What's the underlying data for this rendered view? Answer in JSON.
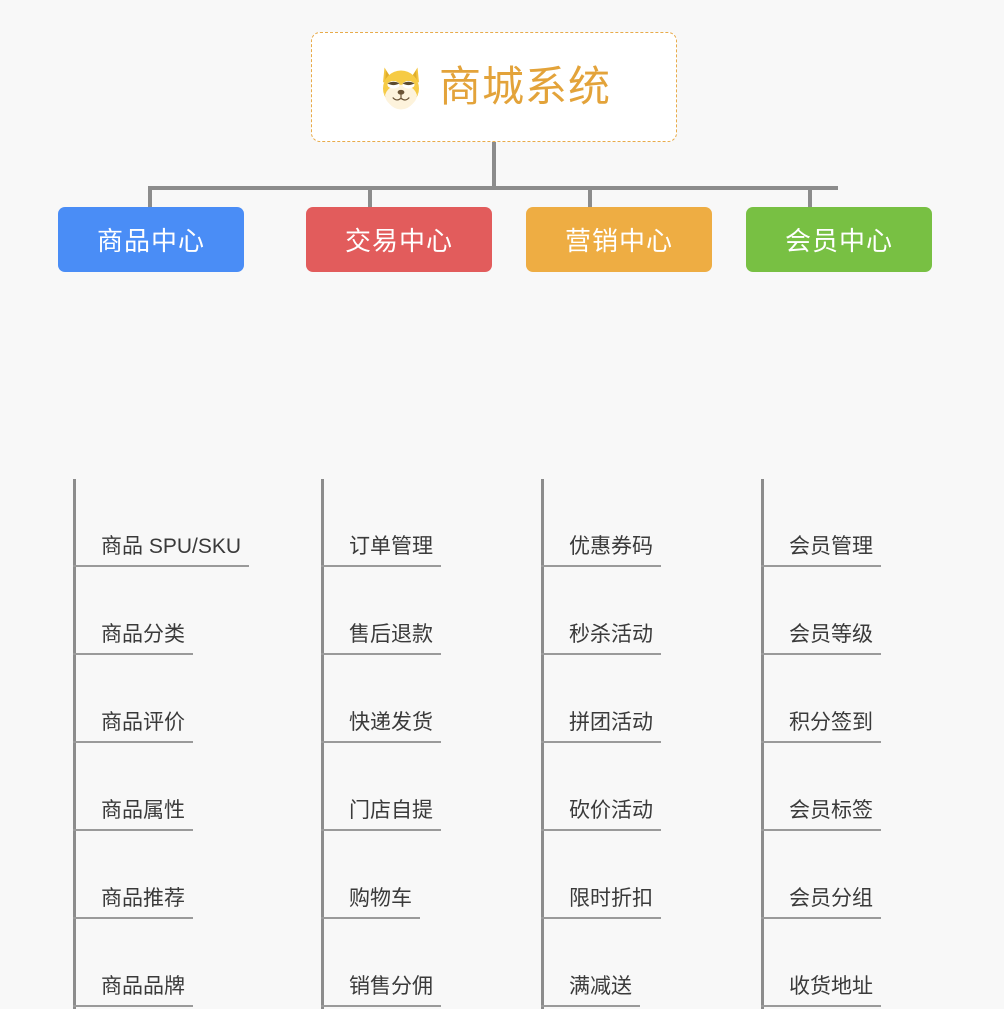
{
  "background_color": "#f8f8f8",
  "root": {
    "title": "商城系统",
    "icon": "shiba-dog-icon",
    "title_color": "#e3a33a",
    "border_color": "#e8ab4a",
    "fill_color": "#ffffff"
  },
  "connector_color": "#8c8c8c",
  "columns": [
    {
      "id": "product-center",
      "label": "商品中心",
      "color": "#4a8df6",
      "items": [
        "商品 SPU/SKU",
        "商品分类",
        "商品评价",
        "商品属性",
        "商品推荐",
        "商品品牌"
      ]
    },
    {
      "id": "trade-center",
      "label": "交易中心",
      "color": "#e25c5c",
      "items": [
        "订单管理",
        "售后退款",
        "快递发货",
        "门店自提",
        "购物车",
        "销售分佣"
      ]
    },
    {
      "id": "marketing-center",
      "label": "营销中心",
      "color": "#eead43",
      "items": [
        "优惠券码",
        "秒杀活动",
        "拼团活动",
        "砍价活动",
        "限时折扣",
        "满减送"
      ]
    },
    {
      "id": "member-center",
      "label": "会员中心",
      "color": "#78c043",
      "items": [
        "会员管理",
        "会员等级",
        "积分签到",
        "会员标签",
        "会员分组",
        "收货地址"
      ]
    }
  ]
}
